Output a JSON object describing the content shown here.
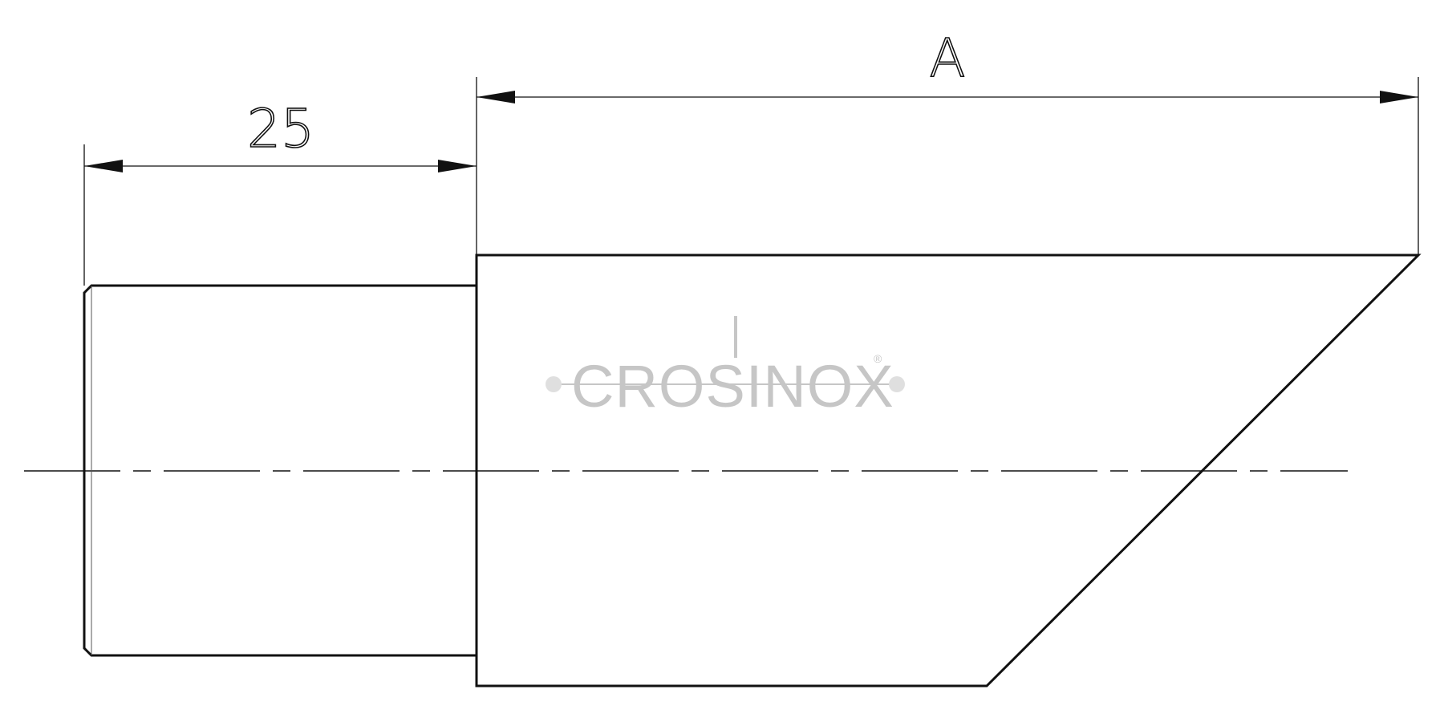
{
  "dimensions": {
    "left_length_label": "25",
    "right_length_label": "A"
  },
  "watermark": {
    "brand_text": "CROSINOX",
    "registered_mark": "®",
    "color": "#c4c4c4"
  },
  "colors": {
    "line": "#111111",
    "background": "#ffffff"
  }
}
